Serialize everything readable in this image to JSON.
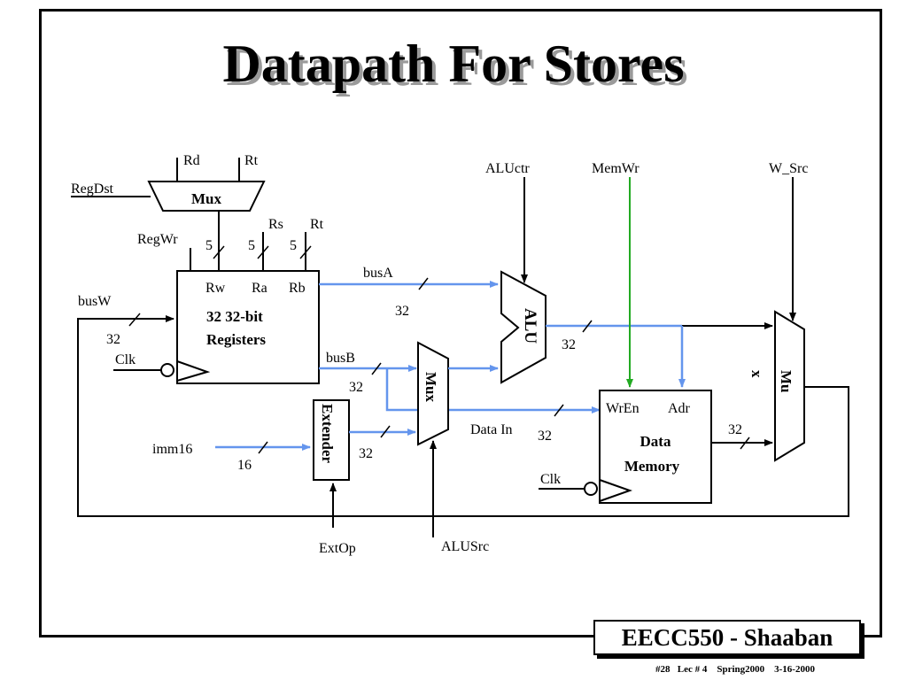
{
  "title": "Datapath For Stores",
  "footer": {
    "label": "EECC550 - Shaaban",
    "sub": "#28   Lec # 4    Spring2000    3-16-2000"
  },
  "colors": {
    "blue_wire": "#6495ed",
    "green_wire": "#22aa22",
    "black": "#000000",
    "shadow": "#9a9a9a"
  },
  "diagram": {
    "regdst_mux": {
      "label": "Mux",
      "control": "RegDst",
      "in_left": "Rd",
      "in_right": "Rt"
    },
    "regwr": "RegWr",
    "width5": "5",
    "rs": "Rs",
    "rt": "Rt",
    "registers": {
      "rw": "Rw",
      "ra": "Ra",
      "rb": "Rb",
      "line1": "32 32-bit",
      "line2": "Registers"
    },
    "busW": "busW",
    "busA": "busA",
    "busB": "busB",
    "w32": "32",
    "w16": "16",
    "clk": "Clk",
    "imm16": "imm16",
    "extender": "Extender",
    "extop": "ExtOp",
    "alusrc_mux": "Mux",
    "alusrc": "ALUSrc",
    "alu": "ALU",
    "aluctr": "ALUctr",
    "memwr": "MemWr",
    "w_src": "W_Src",
    "data_in": "Data In",
    "memory": {
      "wren": "WrEn",
      "adr": "Adr",
      "line1": "Data",
      "line2": "Memory"
    },
    "wb_mux_a": "Mu",
    "wb_mux_b": "x"
  }
}
